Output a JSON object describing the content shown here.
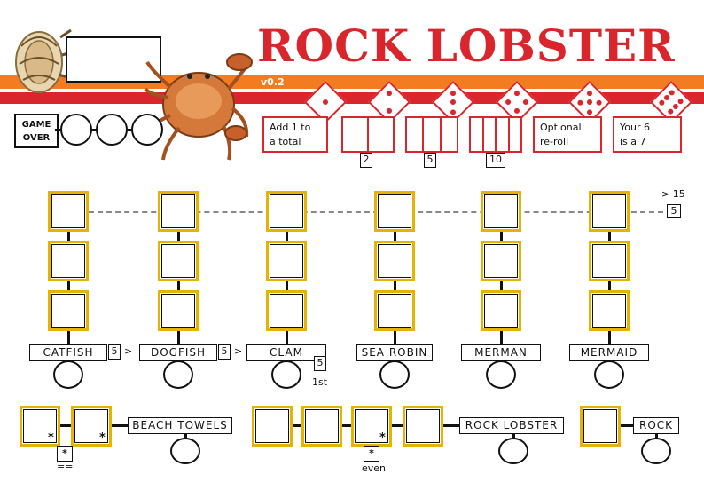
{
  "header": {
    "title": "ROCK LOBSTER",
    "version": "v0.2",
    "game_over_label": "GAME\nOVER",
    "colors": {
      "red": "#d8262c",
      "orange": "#f47c20",
      "yellow": "#e6b400"
    }
  },
  "dice_bonuses": [
    {
      "die": 1,
      "text": "Add 1 to\na total"
    },
    {
      "die": 2,
      "box_count": 2,
      "value": "2"
    },
    {
      "die": 3,
      "box_count": 3,
      "value": "5"
    },
    {
      "die": 4,
      "box_count": 4,
      "value": "10"
    },
    {
      "die": 5,
      "text": "Optional\nre-roll"
    },
    {
      "die": 6,
      "text": "Your 6\nis a 7"
    }
  ],
  "threshold": {
    "label": "> 15",
    "value": "5"
  },
  "columns": [
    {
      "name": "CATFISH",
      "badge": "5",
      "arrow": ">"
    },
    {
      "name": "DOGFISH",
      "badge": "5",
      "arrow": ">"
    },
    {
      "name": "CLAM",
      "badge": "5",
      "note": "1st"
    },
    {
      "name": "SEA ROBIN"
    },
    {
      "name": "MERMAN"
    },
    {
      "name": "MERMAID"
    }
  ],
  "bottom_rows": [
    {
      "name": "BEACH TOWELS",
      "star_mark": "*",
      "note": "=="
    },
    {
      "name": "ROCK LOBSTER",
      "star_mark": "*",
      "note": "even"
    },
    {
      "name": "ROCK"
    }
  ],
  "images": [
    "shell",
    "crab"
  ]
}
